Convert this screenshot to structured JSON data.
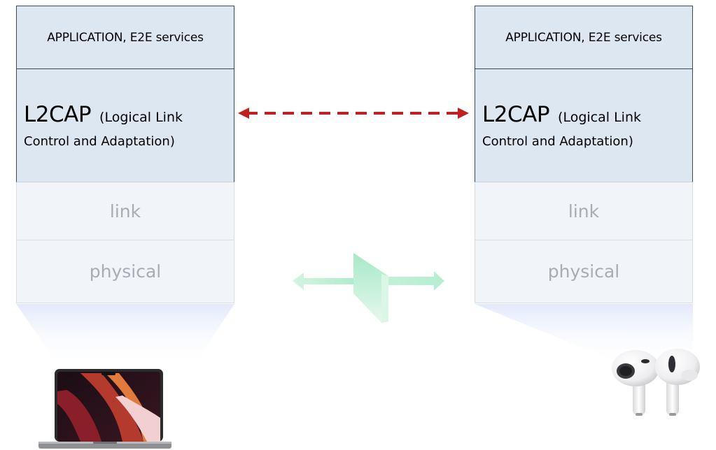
{
  "left_stack": {
    "application": "APPLICATION, E2E services",
    "l2cap_title": "L2CAP",
    "l2cap_subtitle_1": "(Logical Link",
    "l2cap_subtitle_2": "Control and Adaptation)",
    "link": "link",
    "physical": "physical"
  },
  "right_stack": {
    "application": "APPLICATION, E2E services",
    "l2cap_title": "L2CAP",
    "l2cap_subtitle_1": "(Logical Link",
    "l2cap_subtitle_2": "Control and Adaptation)",
    "link": "link",
    "physical": "physical"
  },
  "colors": {
    "upper_layers": "#dde7f2",
    "lower_layers": "#f1f4f9",
    "logical_arrow": "#c0201f",
    "physical_arrow": "#b4ecd0"
  },
  "icons": {
    "left_device": "laptop-icon",
    "right_device": "earbuds-icon"
  }
}
